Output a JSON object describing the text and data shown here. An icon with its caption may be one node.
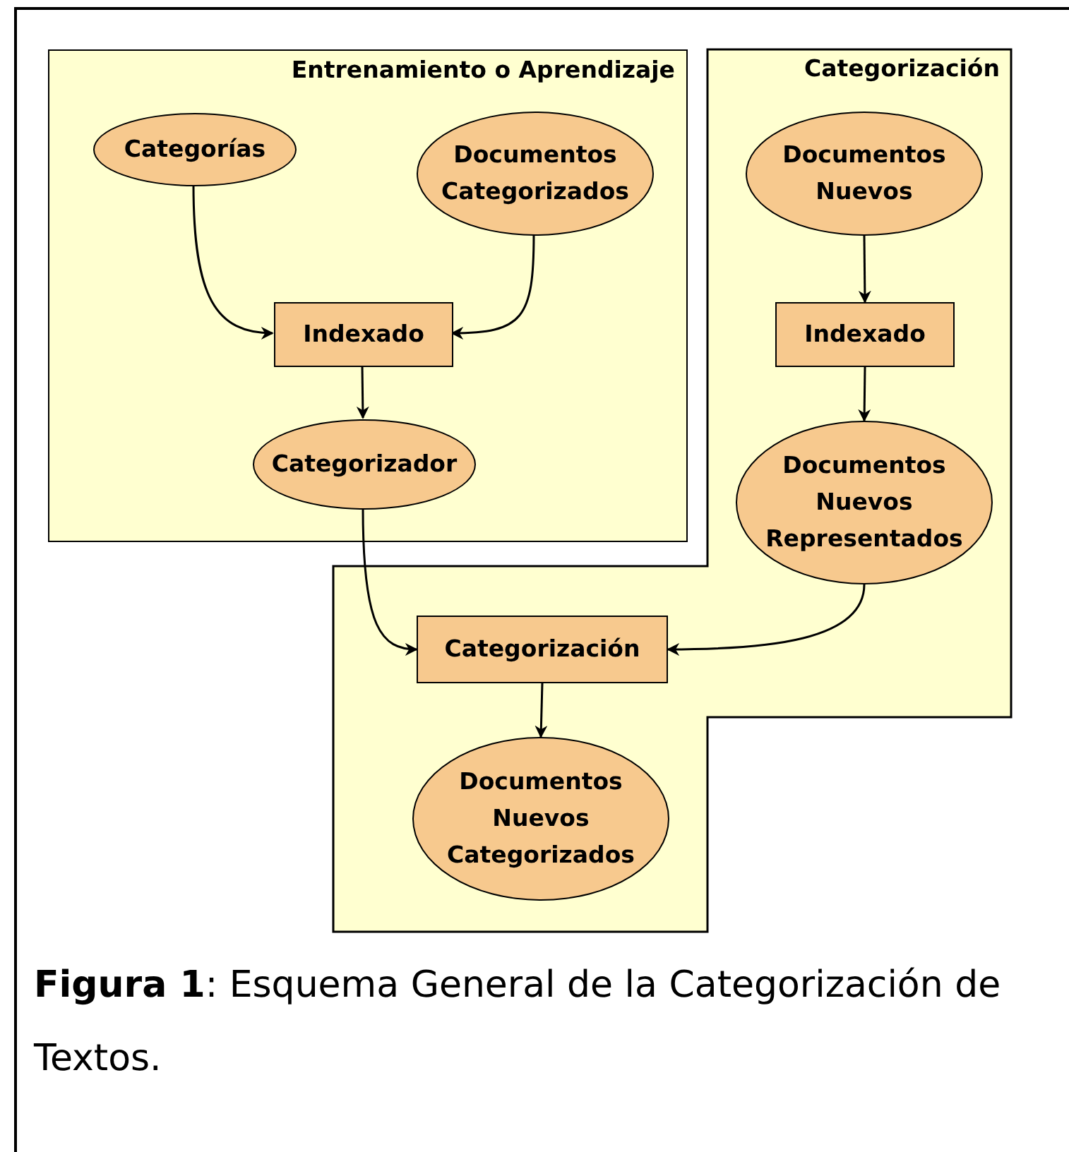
{
  "diagram": {
    "caption": "**Figura 1**: Esquema General de la Categorización de Textos.",
    "nodes": [
      {
        "text": [
          "Entrenamiento o Aprendizaje"
        ]
      },
      {
        "text": [
          "Categorías"
        ],
        "in": 0
      },
      {
        "text": [
          "Documentos Categorizados"
        ],
        "in": 0
      },
      {
        "text": [
          "Indexado"
        ],
        "in": 0
      },
      {
        "text": [
          "Categorizador"
        ],
        "in": 0
      },
      {
        "text": [
          "Categorización"
        ]
      },
      {
        "text": [
          "Documentos Nuevos"
        ],
        "in": 5
      },
      {
        "text": [
          "Indexado"
        ],
        "in": 5
      },
      {
        "text": [
          "Documentos Nuevos Representados"
        ],
        "in": 5
      },
      {
        "text": [
          "Categorización"
        ],
        "in": 5
      },
      {
        "text": [
          "Documentos Nuevos Categorizados"
        ],
        "in": 5
      }
    ],
    "edges": [
      {
        "from": 1,
        "to": 3,
        "arrow": "to"
      },
      {
        "from": 2,
        "to": 3,
        "arrow": "to"
      },
      {
        "from": 3,
        "to": 4,
        "arrow": "to"
      },
      {
        "from": 6,
        "to": 7,
        "arrow": "to"
      },
      {
        "from": 7,
        "to": 8,
        "arrow": "to"
      },
      {
        "from": 4,
        "to": 9,
        "arrow": "to"
      },
      {
        "from": 8,
        "to": 9,
        "arrow": "to"
      },
      {
        "from": 9,
        "to": 10,
        "arrow": "to"
      }
    ]
  }
}
